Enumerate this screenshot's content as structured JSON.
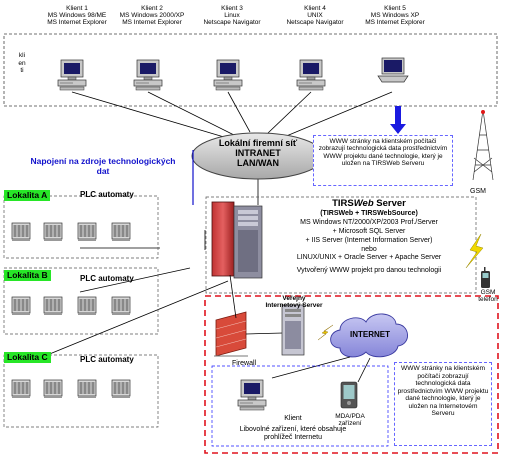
{
  "clients": [
    {
      "name": "Klient 1",
      "os": "MS Windows 98/ME",
      "browser": "MS Internet Explorer"
    },
    {
      "name": "Klient 2",
      "os": "MS Windows 2000/XP",
      "browser": "MS Internet Explorer"
    },
    {
      "name": "Klient 3",
      "os": "Linux",
      "browser": "Netscape Navigator"
    },
    {
      "name": "Klient 4",
      "os": "UNIX",
      "browser": "Netscape Navigator"
    },
    {
      "name": "Klient 5",
      "os": "MS Windows XP",
      "browser": "MS Internet Explorer"
    }
  ],
  "klienti_side_label": "klienti",
  "intranet": {
    "line1": "Lokální firemní síť",
    "line2": "INTRANET",
    "line3": "LAN/WAN"
  },
  "intranet_info": "WWW stránky na klientském počítači zobrazují technologická data prostřednictvím WWW projektu dané technologie, který je uložen na TIRSWeb Serveru",
  "napojeni": "Napojení na zdroje technologických dat",
  "locations": [
    {
      "label": "Lokalita A",
      "plc": "PLC automaty"
    },
    {
      "label": "Lokalita B",
      "plc": "PLC automaty"
    },
    {
      "label": "Lokalita C",
      "plc": "PLC automaty"
    }
  ],
  "server": {
    "title_prefix": "TIRS",
    "title_italic": "Web",
    "title_suffix": " Server",
    "subtitle": "(TIRSWeb + TIRSWebSource)",
    "lines": [
      "MS Windows NT/2000/XP/2003 Prof./Server",
      "+ Microsoft SQL Server",
      "+ IIS Server (Internet Information Server)",
      "nebo",
      "LINUX/UNIX + Oracle Server + Apache Server"
    ],
    "footer": "Vytvořený WWW projekt pro danou technologii"
  },
  "gsm": {
    "label": "GSM",
    "phone_label": "GSM telefon"
  },
  "verejny": {
    "line1": "Veřejný",
    "line2": "Internetový Server"
  },
  "internet": "INTERNET",
  "firewall": "Firewall",
  "internet_client": {
    "name": "Klient",
    "desc1": "Libovolné zařízení, které obsahuje",
    "desc2": "prohlížeč Internetu"
  },
  "mda": {
    "line1": "MDA/PDA",
    "line2": "zařízení"
  },
  "internet_info": "WWW stránky na klientském počítači zobrazují technologická data prostřednictvím WWW projektu dané technologie, který je uložen na Internetovém Serveru",
  "colors": {
    "accent_blue": "#1212cc",
    "green_label": "#27e627",
    "red_dash": "#e0141e",
    "cloud": "#7d7de6"
  }
}
